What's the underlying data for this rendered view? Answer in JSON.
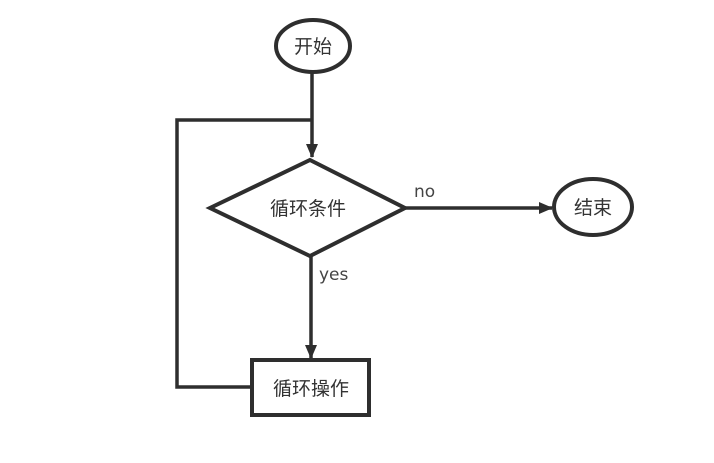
{
  "diagram": {
    "type": "flowchart",
    "nodes": {
      "start": {
        "label": "开始",
        "shape": "ellipse"
      },
      "condition": {
        "label": "循环条件",
        "shape": "diamond"
      },
      "end": {
        "label": "结束",
        "shape": "ellipse"
      },
      "operation": {
        "label": "循环操作",
        "shape": "rectangle"
      }
    },
    "edges": [
      {
        "from": "start",
        "to": "condition",
        "label": ""
      },
      {
        "from": "condition",
        "to": "end",
        "label": "no"
      },
      {
        "from": "condition",
        "to": "operation",
        "label": "yes"
      },
      {
        "from": "operation",
        "to": "condition",
        "label": ""
      }
    ],
    "colors": {
      "stroke": "#2e2e2e",
      "text": "#333333",
      "background": "#ffffff"
    }
  }
}
